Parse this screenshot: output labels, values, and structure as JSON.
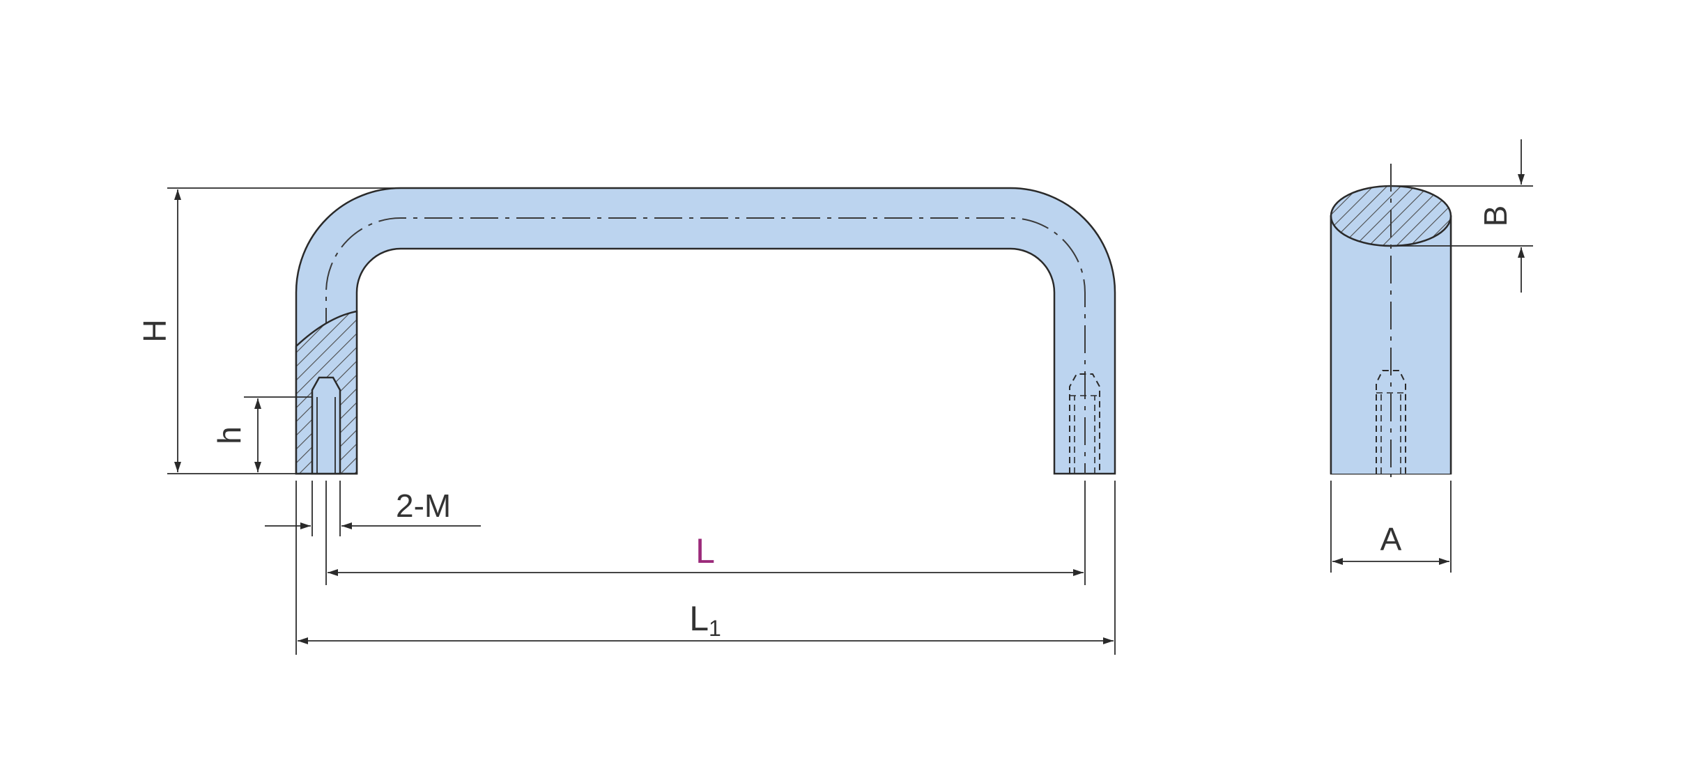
{
  "labels": {
    "H": "H",
    "h": "h",
    "two_m": "2-M",
    "L": "L",
    "L1_main": "L",
    "L1_sub": "1",
    "A": "A",
    "B": "B"
  },
  "colors": {
    "body_fill": "#bcd4ef",
    "line": "#2a2a2a",
    "hatch": "#4a4a4a",
    "label": "#333333",
    "label_accent": "#9b2a7a"
  }
}
